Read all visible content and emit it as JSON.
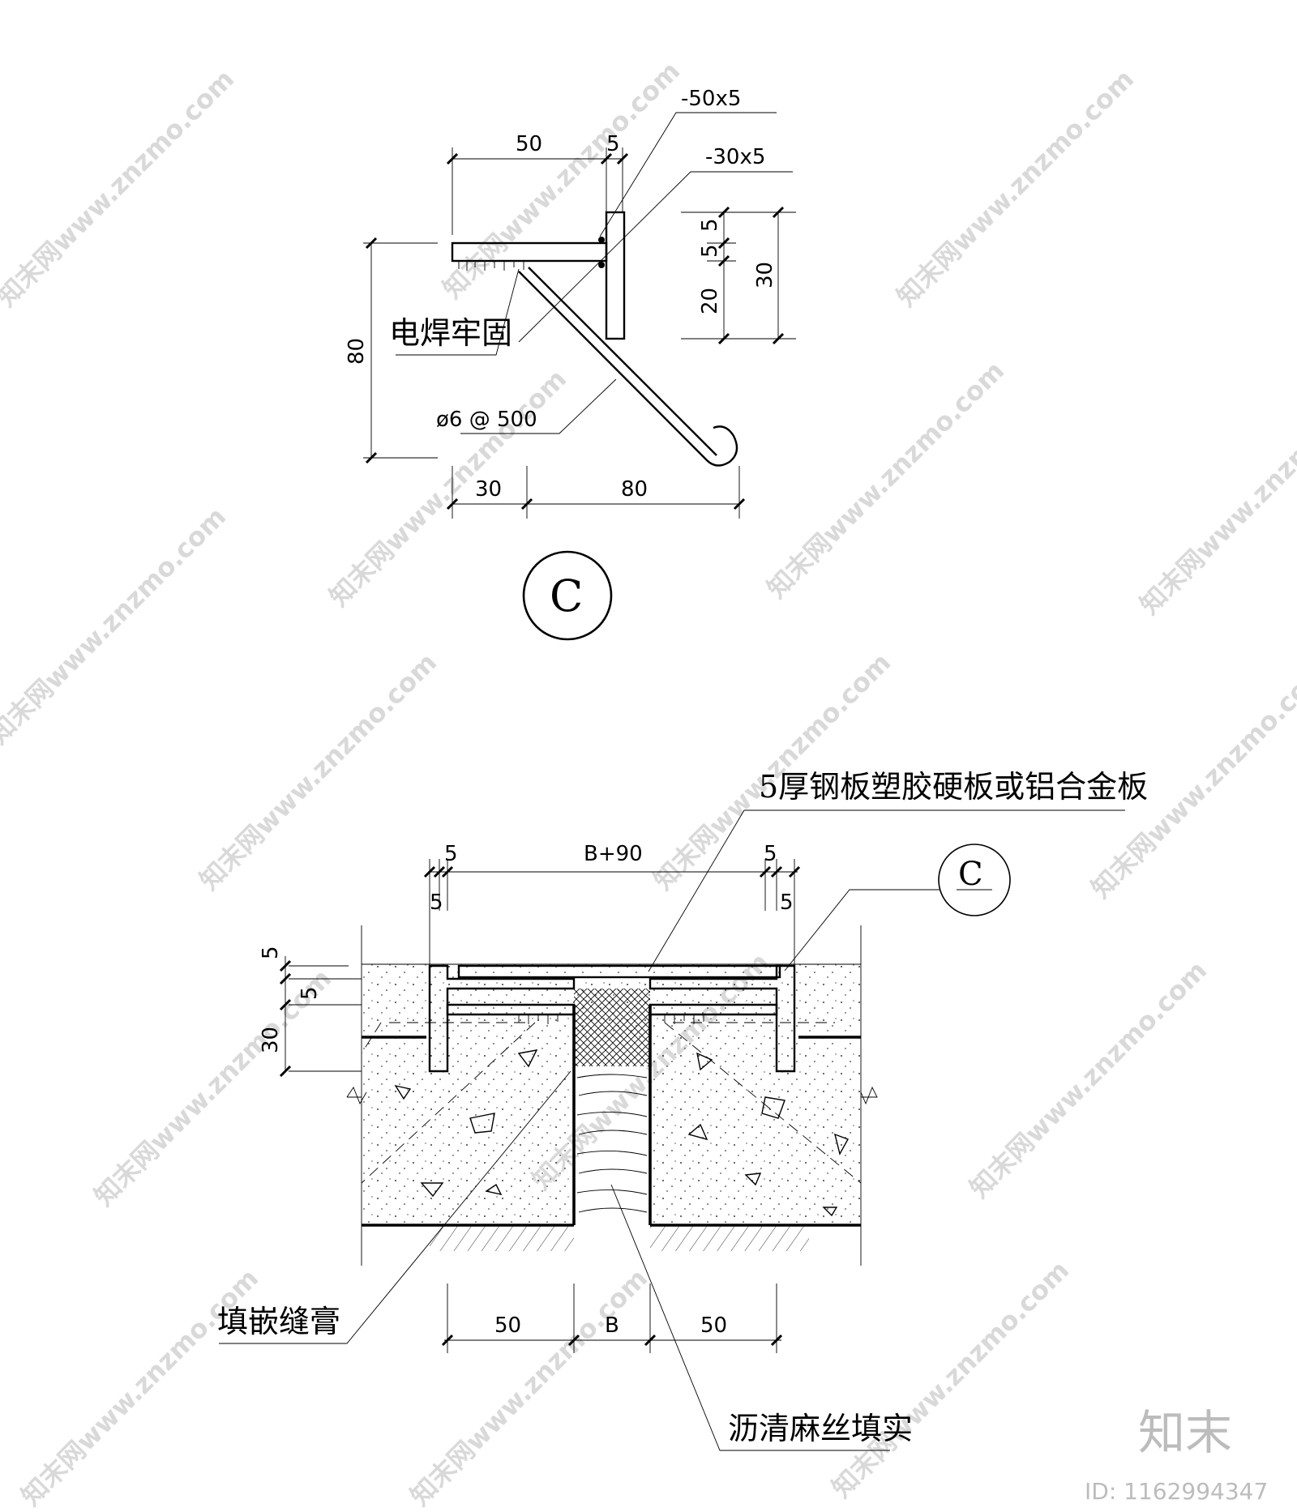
{
  "top_detail": {
    "callouts": {
      "plate_a": "-50x5",
      "plate_b": "-30x5",
      "weld_note": "电焊牢固",
      "anchor_bar": "ø6 @ 500"
    },
    "dims_top": [
      "50",
      "5"
    ],
    "dims_right_inner": [
      "5",
      "5",
      "20"
    ],
    "dims_right_outer": "30",
    "dim_left": "80",
    "dims_bottom": [
      "30",
      "80"
    ],
    "section_mark": "C"
  },
  "bottom_detail": {
    "plate_note": "5厚钢板塑胶硬板或铝合金板",
    "dims_top": [
      "5",
      "B+90",
      "5"
    ],
    "dims_top_sub": [
      "5",
      "5"
    ],
    "dims_left": [
      "5",
      "5",
      "30"
    ],
    "section_ref": "C",
    "label_sealant": "填嵌缝膏",
    "label_asphalt": "沥清麻丝填实",
    "dims_bottom": [
      "50",
      "B",
      "50"
    ]
  },
  "watermark": "知末网www.znzmo.com",
  "footer": {
    "logo": "知末",
    "id": "ID: 1162994347"
  }
}
